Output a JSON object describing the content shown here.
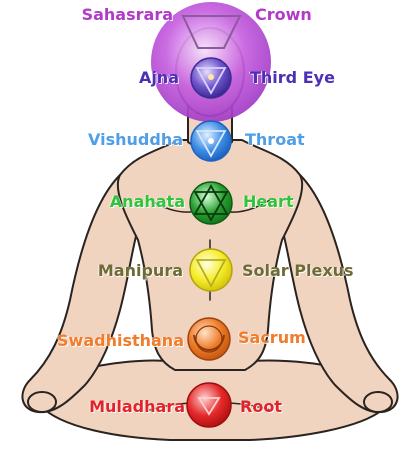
{
  "chakras": [
    {
      "id": "sahasrara",
      "sanskrit": "Sahasrara",
      "english": "Crown",
      "label_color": "#b23ac9",
      "fill": "#c65fe0",
      "symbol": "lotus-crown-icon"
    },
    {
      "id": "ajna",
      "sanskrit": "Ajna",
      "english": "Third Eye",
      "label_color": "#4b2fb4",
      "fill": "#6e53c9",
      "symbol": "triangle-down-icon"
    },
    {
      "id": "vishuddha",
      "sanskrit": "Vishuddha",
      "english": "Throat",
      "label_color": "#4f9ee8",
      "fill": "#3f8ee6",
      "symbol": "triangle-down-icon"
    },
    {
      "id": "anahata",
      "sanskrit": "Anahata",
      "english": "Heart",
      "label_color": "#2fc43a",
      "fill": "#2aa033",
      "symbol": "hexagram-icon"
    },
    {
      "id": "manipura",
      "sanskrit": "Manipura",
      "english": "Solar Plexus",
      "label_color": "#6f6b36",
      "fill": "#f5ee2a",
      "symbol": "triangle-down-icon"
    },
    {
      "id": "swadhisthana",
      "sanskrit": "Swadhisthana",
      "english": "Sacrum",
      "label_color": "#f07c2c",
      "fill": "#ee7a26",
      "symbol": "crescent-icon"
    },
    {
      "id": "muladhara",
      "sanskrit": "Muladhara",
      "english": "Root",
      "label_color": "#e0242a",
      "fill": "#e42a2a",
      "symbol": "triangle-in-square-icon"
    }
  ],
  "colors": {
    "skin": "#f1d4bf",
    "outline": "#2a2320",
    "background": "#ffffff"
  }
}
